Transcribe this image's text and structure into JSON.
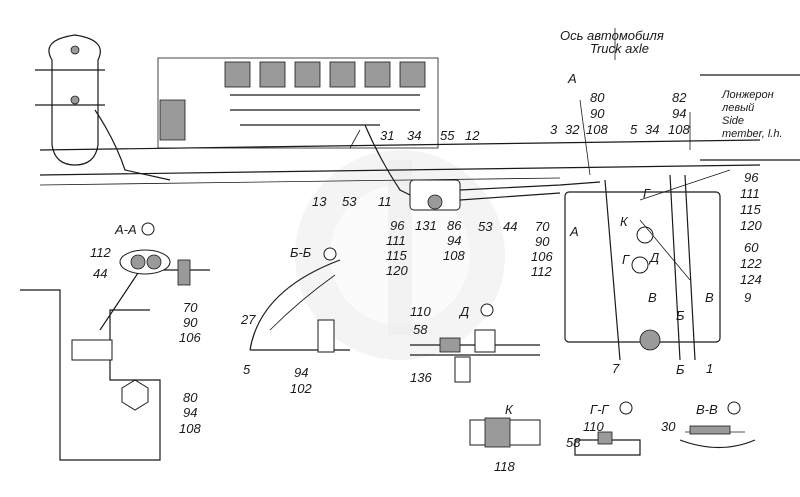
{
  "header": {
    "axle_ru": "Ось автомобиля",
    "axle_en": "Truck axle",
    "member_ru_1": "Лонжерон",
    "member_ru_2": "левый",
    "member_en_1": "Side",
    "member_en_2": "member, l.h."
  },
  "sections": {
    "aa": "А-А",
    "bb": "Б-Б",
    "d": "Д",
    "k": "К",
    "gg": "Г-Г",
    "vv": "В-В"
  },
  "markers": {
    "a_top": "А",
    "a_mid": "А",
    "g1": "Г",
    "g2": "Г",
    "k_mark": "К",
    "d_mark": "Д",
    "v1": "В",
    "v2": "В",
    "b1": "Б",
    "b2": "Б"
  },
  "callouts": {
    "c_80_90_108": [
      "80",
      "90",
      "108"
    ],
    "c_82_94_108": [
      "82",
      "94",
      "108"
    ],
    "c_3": "3",
    "c_32": "32",
    "c_5": "5",
    "c_34r": "34",
    "c_31": "31",
    "c_34": "34",
    "c_55": "55",
    "c_12": "12",
    "c_13": "13",
    "c_53a": "53",
    "c_11": "11",
    "c_53b": "53",
    "c_44": "44",
    "c_96_120": [
      "96",
      "111",
      "115",
      "120"
    ],
    "c_131": "131",
    "c_86_108": [
      "86",
      "94",
      "108"
    ],
    "c_70_112": [
      "70",
      "90",
      "106",
      "112"
    ],
    "c_96r": [
      "96",
      "111",
      "115",
      "120"
    ],
    "c_60_124": [
      "60",
      "122",
      "124"
    ],
    "c_9": "9",
    "c_112": "112",
    "c_44a": "44",
    "c_70_106": [
      "70",
      "90",
      "106"
    ],
    "c_80_94_108b": [
      "80",
      "94",
      "108"
    ],
    "c_27": "27",
    "c_5b": "5",
    "c_94_102": [
      "94",
      "102"
    ],
    "c_110": "110",
    "c_58": "58",
    "c_136": "136",
    "c_7": "7",
    "c_1": "1",
    "c_118": "118",
    "c_110b": "110",
    "c_58b": "58",
    "c_30": "30"
  }
}
